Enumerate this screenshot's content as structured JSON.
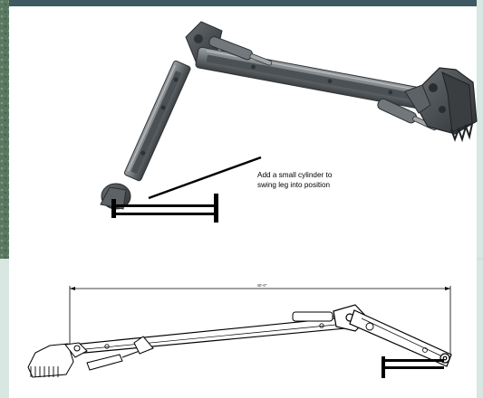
{
  "annotation": {
    "line1": "Add a small cylinder to",
    "line2": "swing leg into position"
  },
  "dimension": {
    "label": "40'-0\""
  },
  "colors": {
    "background": "#ffffff",
    "frame": "#3e5961",
    "drawing": "#000000",
    "steel": "#555a5e",
    "steel_dark": "#34383b",
    "steel_light": "#8a8f93",
    "left_side_photo": "#526f59"
  }
}
